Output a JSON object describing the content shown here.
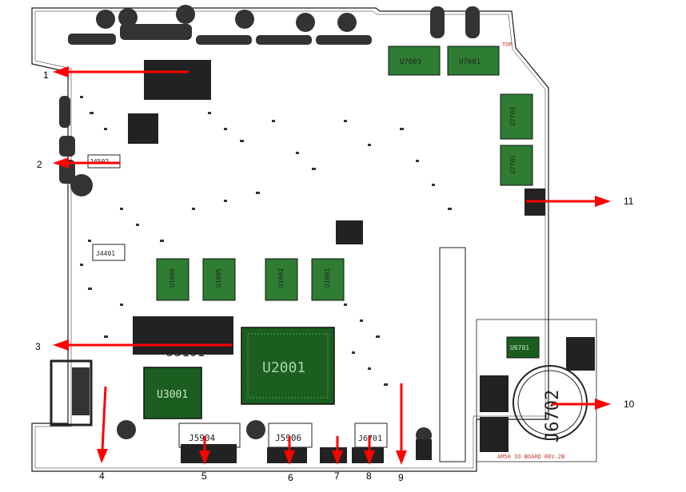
{
  "callouts": [
    "1",
    "2",
    "3",
    "4",
    "5",
    "6",
    "7",
    "8",
    "9",
    "10",
    "11"
  ],
  "labels": {
    "u3001": "U3001",
    "u2001": "U2001",
    "j3101": "J3101",
    "j5904": "J5904",
    "j5906": "J5906",
    "j6702": "J6702",
    "j4502": "J4502",
    "j4401": "J4401",
    "u7603": "U7603",
    "u7601": "U7601",
    "u7703": "U7703",
    "u7701": "U7701",
    "u1606": "U1606",
    "u1605": "U1605",
    "u1602": "U1602",
    "u1601": "U1601",
    "u6701": "U6701",
    "board_rev": "AM50 IO BOARD REV.2B",
    "top_mark": "TOP",
    "j6701": "J6701"
  },
  "colors": {
    "arrow": "#ff0000",
    "silk": "#c0392b",
    "outline": "#1a1a1a",
    "chip": "#1b5e20"
  }
}
